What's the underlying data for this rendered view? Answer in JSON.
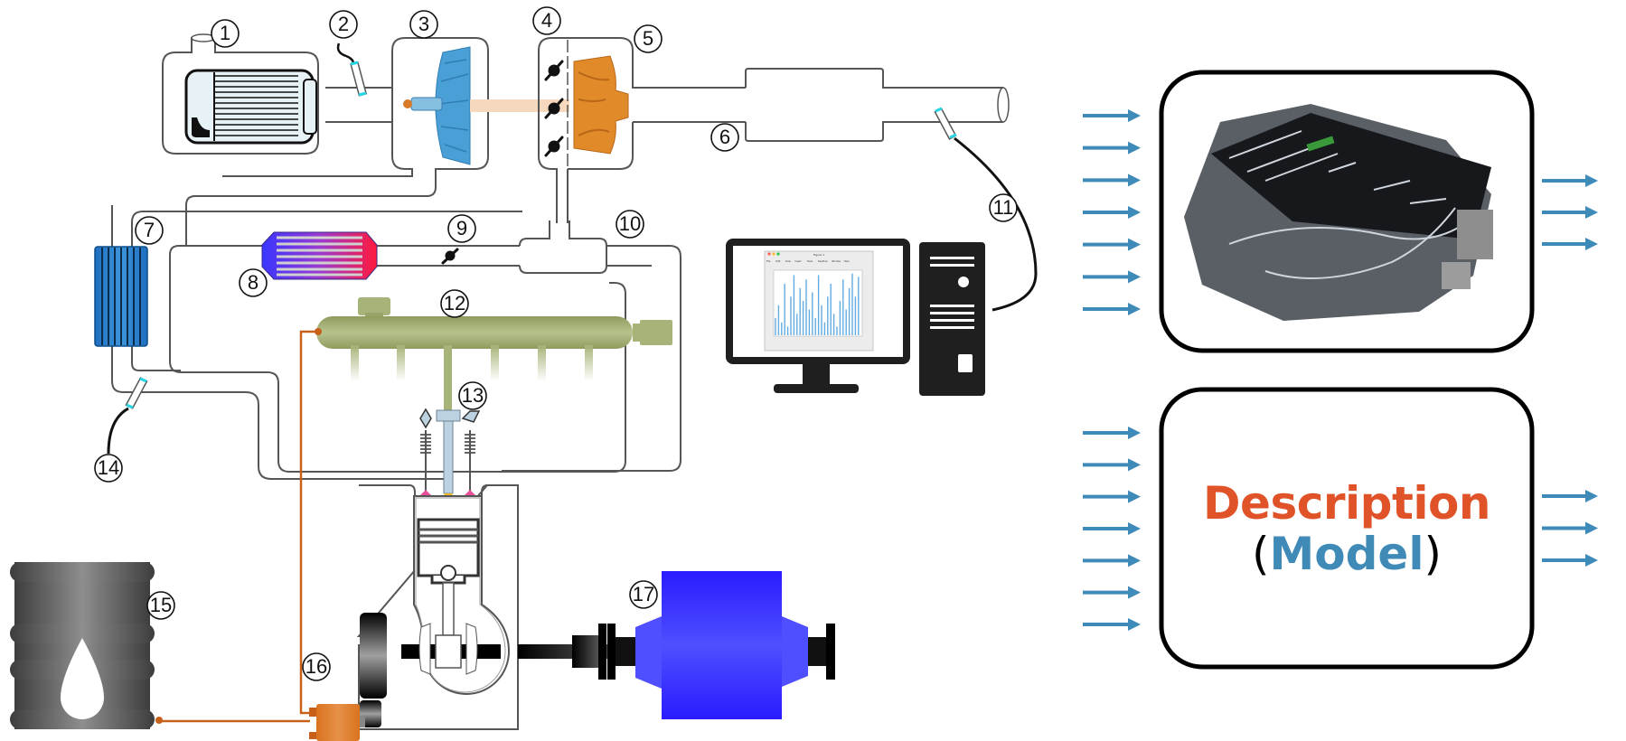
{
  "labels": {
    "air_filter": "1",
    "air_sensor": "2",
    "compressor": "3",
    "wastegate": "4",
    "turbine": "5",
    "exhaust": "6",
    "intercooler": "7",
    "egr_cooler": "8",
    "egr_valve": "9",
    "intake_manifold": "10",
    "data_acquisition": "11",
    "common_rail": "12",
    "injector": "13",
    "intake_sensor": "14",
    "fuel_tank": "15",
    "fuel_pump": "16",
    "dynamometer": "17"
  },
  "monitor": {
    "window_title": "Figure 1",
    "menu": [
      "File",
      "Edit",
      "View",
      "Insert",
      "Tools",
      "Desktop",
      "Window",
      "Help"
    ]
  },
  "engine_box": {
    "inputs_count": 7,
    "outputs_count": 3
  },
  "model_box": {
    "title": "Description",
    "open_paren": "(",
    "subtitle": "Model",
    "close_paren": ")",
    "inputs_count": 7,
    "outputs_count": 3
  },
  "colors": {
    "arrow": "#3e8ab8",
    "title_orange": "#e05329",
    "subtitle_blue": "#3f8ab7",
    "fuel_line": "#c8601a",
    "rail": "#a7b479",
    "dyno": "#3a2cff",
    "intercooler": "#2d7fc9",
    "turbine": "#e08a2a",
    "compressor": "#4a9fd6"
  }
}
